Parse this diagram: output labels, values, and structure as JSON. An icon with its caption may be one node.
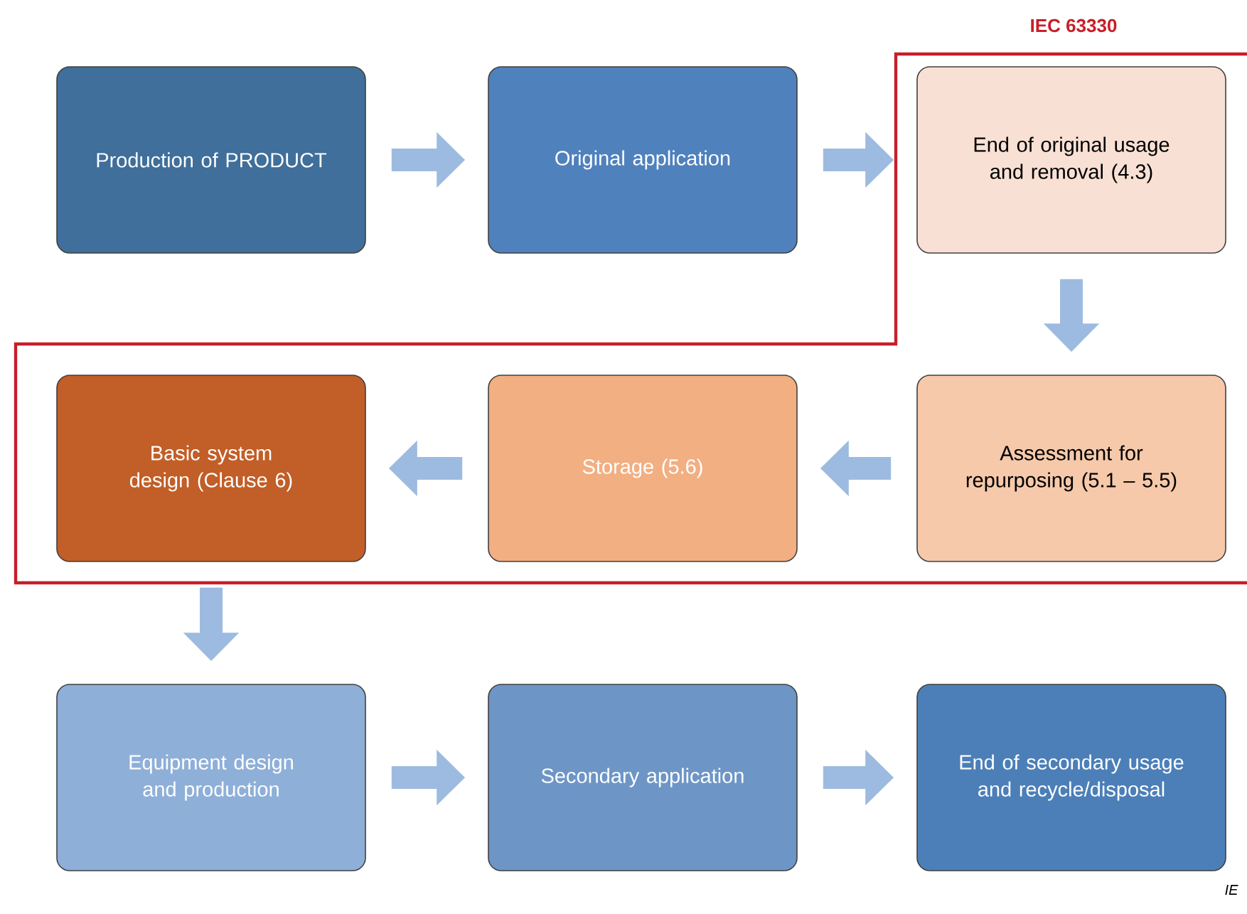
{
  "diagram": {
    "nodes": [
      {
        "text": [
          "Production of PRODUCT"
        ]
      },
      {
        "text": [
          "Original application"
        ]
      },
      {
        "text": [
          "End of original usage and removal (4.3)"
        ]
      },
      {
        "text": [
          "Assessment for repurposing (5.1 – 5.5)"
        ]
      },
      {
        "text": [
          "Storage (5.6)"
        ]
      },
      {
        "text": [
          "Basic system design (Clause 6)"
        ]
      },
      {
        "text": [
          "Equipment design and production"
        ]
      },
      {
        "text": [
          "Secondary application"
        ]
      },
      {
        "text": [
          "End of secondary usage and recycle/disposal"
        ]
      }
    ],
    "edges": [
      {
        "from": 0,
        "to": 1,
        "arrow": "to"
      },
      {
        "from": 1,
        "to": 2,
        "arrow": "to"
      },
      {
        "from": 2,
        "to": 3,
        "arrow": "to"
      },
      {
        "from": 3,
        "to": 4,
        "arrow": "to"
      },
      {
        "from": 4,
        "to": 5,
        "arrow": "to"
      },
      {
        "from": 5,
        "to": 6,
        "arrow": "to"
      },
      {
        "from": 6,
        "to": 7,
        "arrow": "to"
      },
      {
        "from": 7,
        "to": 8,
        "arrow": "to"
      }
    ],
    "labels": [
      "IEC 63330",
      "IE"
    ]
  }
}
